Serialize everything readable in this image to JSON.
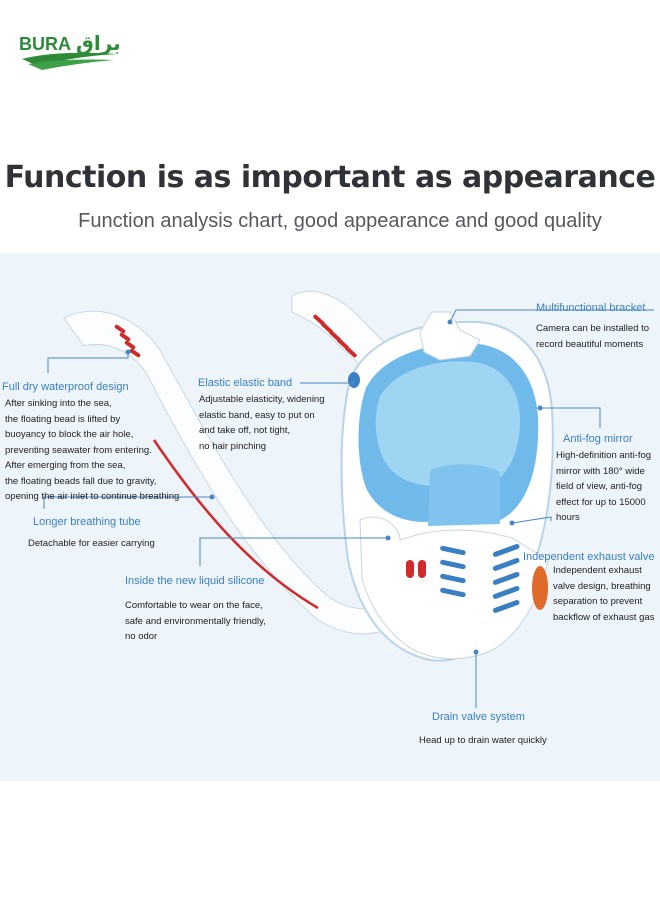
{
  "brand": {
    "latin": "BURA",
    "arabic": "براق",
    "green": "#2e8b3a"
  },
  "headline": "Function is as important as appearance",
  "subline": "Function analysis chart, good appearance and good quality",
  "colors": {
    "title_blue": "#3a7fc2",
    "mask_blue": "#5fb3e8",
    "accent_red": "#d12a2a",
    "panel_bg": "#edf4fa"
  },
  "product_icons": [
    "snorkel-tube-left-icon",
    "snorkel-tube-right-icon",
    "full-face-mask-icon"
  ],
  "callouts": {
    "dry": {
      "title": "Full dry waterproof design",
      "lines": [
        "After sinking into the sea,",
        "the floating bead is lifted by",
        "buoyancy to block the air hole,",
        "preventing seawater from entering.",
        "After emerging from the sea,",
        "the floating beads fall due to gravity,",
        "opening the air inlet to continue breathing"
      ]
    },
    "elastic": {
      "title": "Elastic elastic band",
      "lines": [
        "Adjustable elasticity, widening",
        "elastic band, easy to put on",
        " and take off, not tight,",
        "no hair pinching"
      ]
    },
    "bracket": {
      "title": "Multifunctional bracket",
      "lines": [
        "Camera can be installed to",
        "record beautiful moments"
      ]
    },
    "antifog": {
      "title": "Anti-fog mirror",
      "lines": [
        "High-definition anti-fog",
        "mirror with 180° wide",
        "field of view, anti-fog",
        "effect for up to 15000",
        "hours"
      ]
    },
    "tube": {
      "title": "Longer breathing tube",
      "lines": [
        "Detachable for easier carrying"
      ]
    },
    "silicone": {
      "title": "Inside the new liquid silicone",
      "lines": [
        "Comfortable to wear on the face,",
        "safe and environmentally friendly,",
        "no odor"
      ]
    },
    "exhaust": {
      "title": "Independent exhaust valve",
      "lines": [
        "Independent exhaust",
        "valve design, breathing",
        "separation to prevent",
        "backflow of exhaust gas"
      ]
    },
    "drain": {
      "title": "Drain valve system",
      "lines": [
        "Head up to drain water quickly"
      ]
    }
  }
}
